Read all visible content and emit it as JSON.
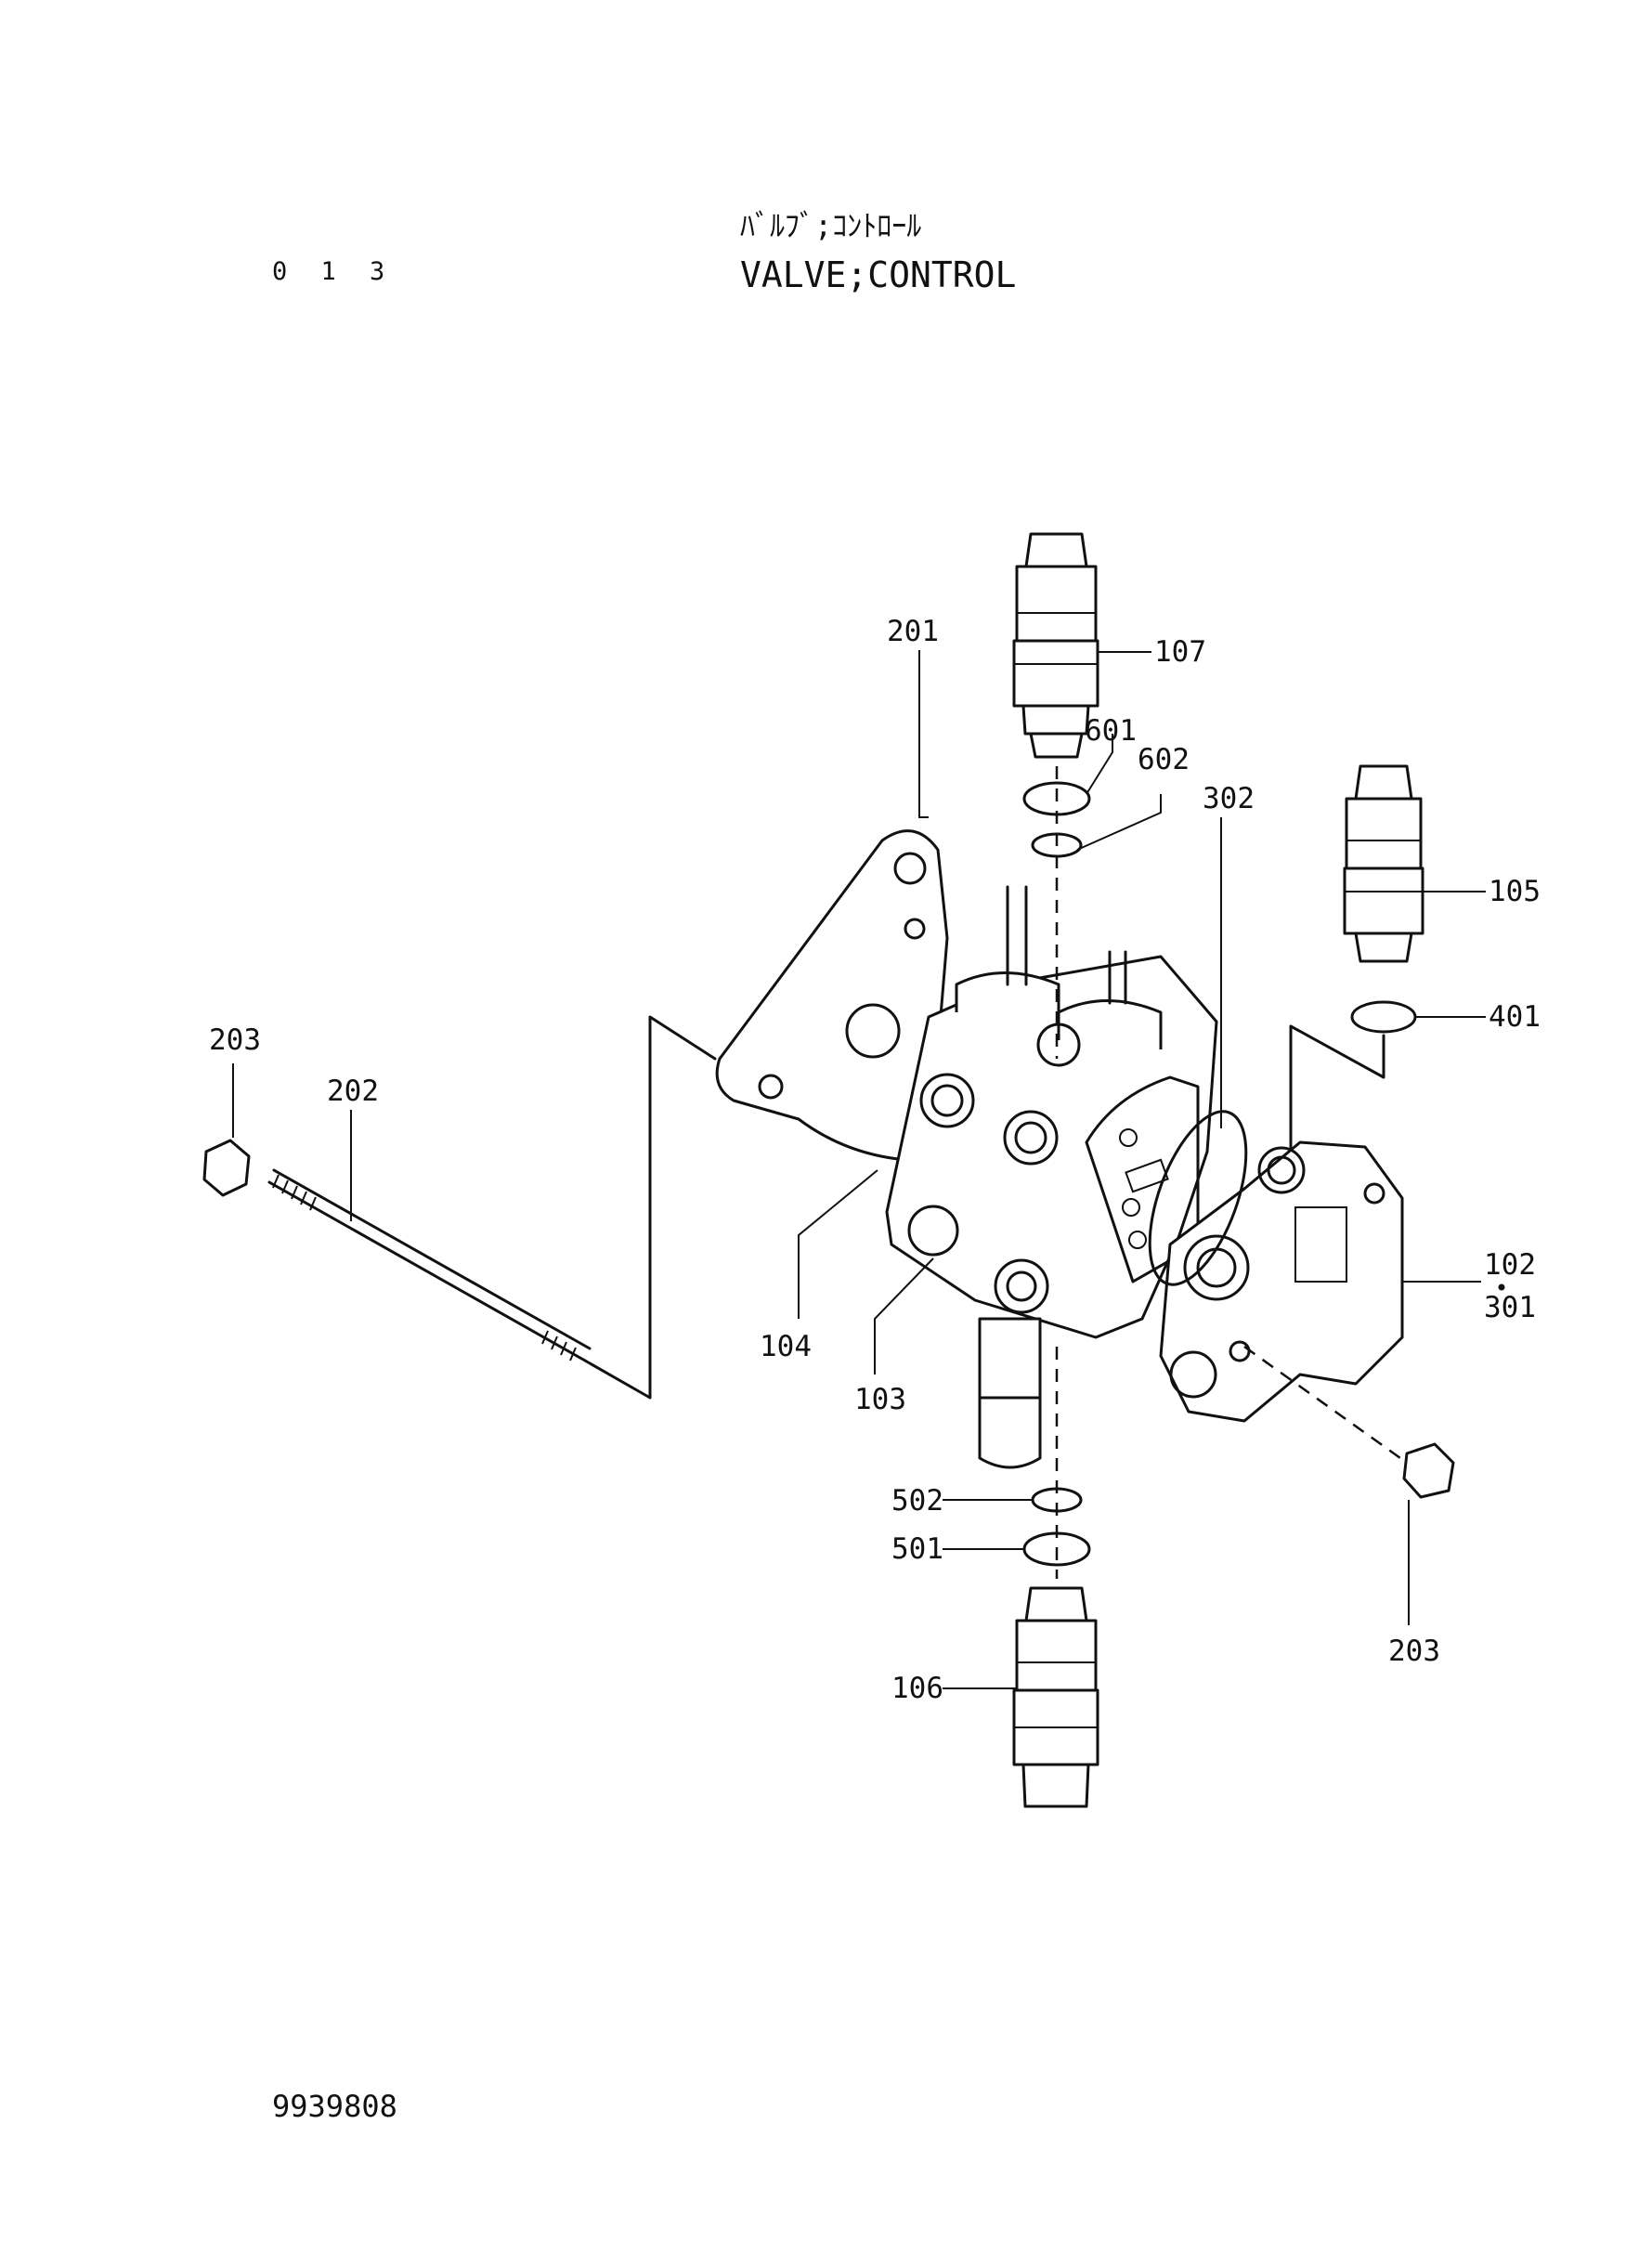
{
  "header": {
    "section_number": "0 1 3",
    "title_katakana": "ﾊﾞﾙﾌﾞ;ｺﾝﾄﾛｰﾙ",
    "title_english": "VALVE;CONTROL"
  },
  "footer": {
    "document_number": "9939808"
  },
  "callouts": {
    "c107": "107",
    "c601": "601",
    "c602": "602",
    "c201": "201",
    "c302": "302",
    "c105": "105",
    "c401": "401",
    "c203a": "203",
    "c202": "202",
    "c104": "104",
    "c103": "103",
    "c102": "102",
    "c301": "301",
    "c502": "502",
    "c501": "501",
    "c106": "106",
    "c203b": "203"
  }
}
